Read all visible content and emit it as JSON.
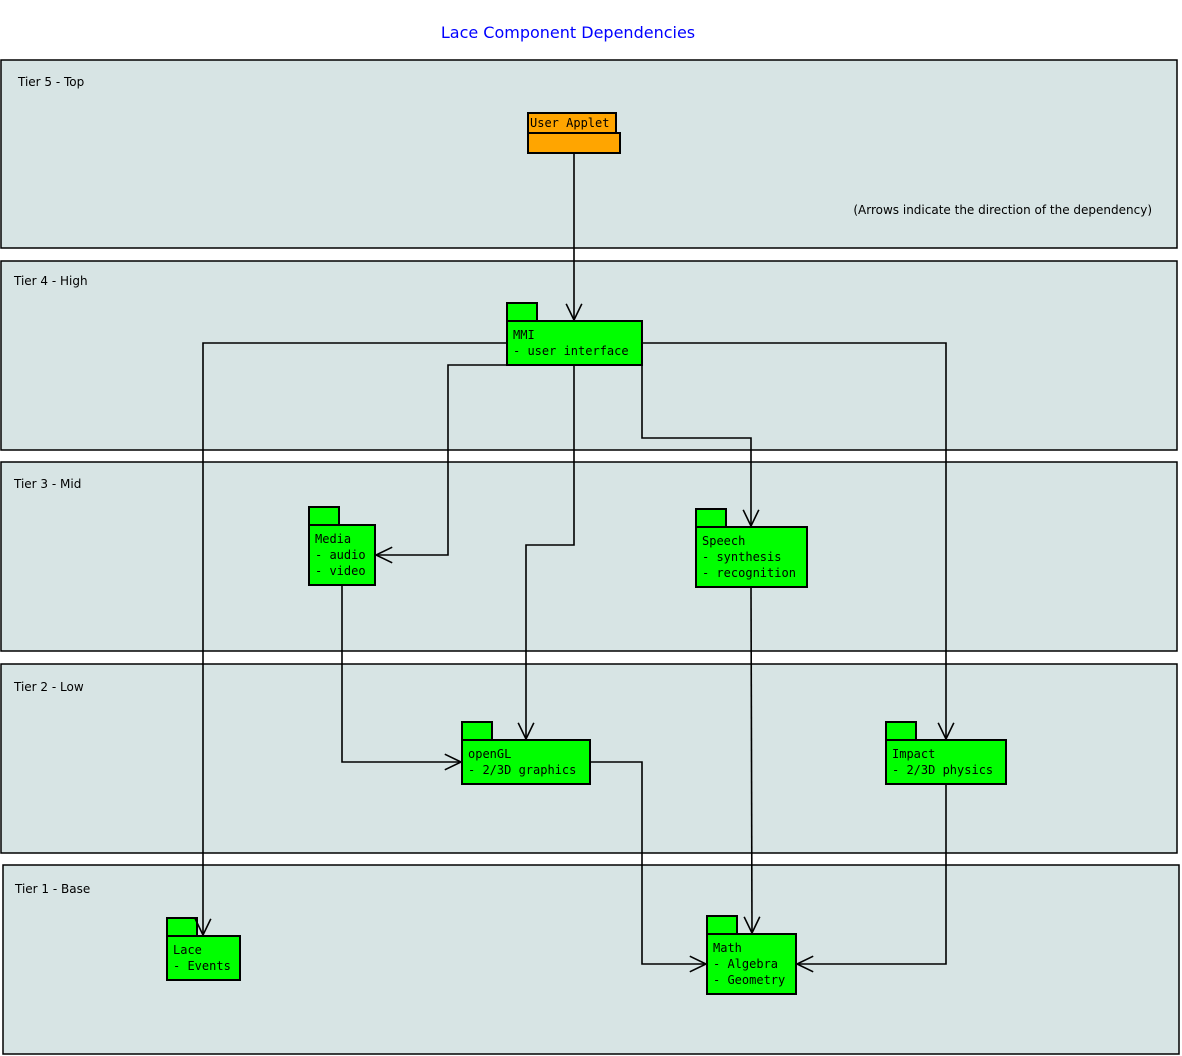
{
  "title": "Lace Component Dependencies",
  "note": "(Arrows indicate the direction of the dependency)",
  "tiers": [
    {
      "label": "Tier 5 - Top"
    },
    {
      "label": "Tier 4 - High"
    },
    {
      "label": "Tier 3 - Mid"
    },
    {
      "label": "Tier 2 - Low"
    },
    {
      "label": "Tier 1 - Base"
    }
  ],
  "colors": {
    "tier_fill": "#d7e4e4",
    "package": "#00ff00",
    "applet": "#ffa500",
    "title": "#0000ff"
  },
  "packages": {
    "applet": {
      "name": "User Applet"
    },
    "mmi": {
      "lines": [
        "MMI",
        "- user interface"
      ]
    },
    "media": {
      "lines": [
        "Media",
        "- audio",
        "- video"
      ]
    },
    "speech": {
      "lines": [
        "Speech",
        "- synthesis",
        "- recognition"
      ]
    },
    "opengl": {
      "lines": [
        "openGL",
        "- 2/3D graphics"
      ]
    },
    "impact": {
      "lines": [
        "Impact",
        "- 2/3D physics"
      ]
    },
    "lace": {
      "lines": [
        "Lace",
        "- Events"
      ]
    },
    "math": {
      "lines": [
        "Math",
        "- Algebra",
        "- Geometry"
      ]
    }
  },
  "dependencies": [
    {
      "from": "User Applet",
      "to": "MMI"
    },
    {
      "from": "MMI",
      "to": "Lace"
    },
    {
      "from": "MMI",
      "to": "Impact"
    },
    {
      "from": "MMI",
      "to": "Media"
    },
    {
      "from": "MMI",
      "to": "openGL"
    },
    {
      "from": "MMI",
      "to": "Speech"
    },
    {
      "from": "Media",
      "to": "openGL"
    },
    {
      "from": "Speech",
      "to": "Math"
    },
    {
      "from": "openGL",
      "to": "Math"
    },
    {
      "from": "Impact",
      "to": "Math"
    }
  ]
}
